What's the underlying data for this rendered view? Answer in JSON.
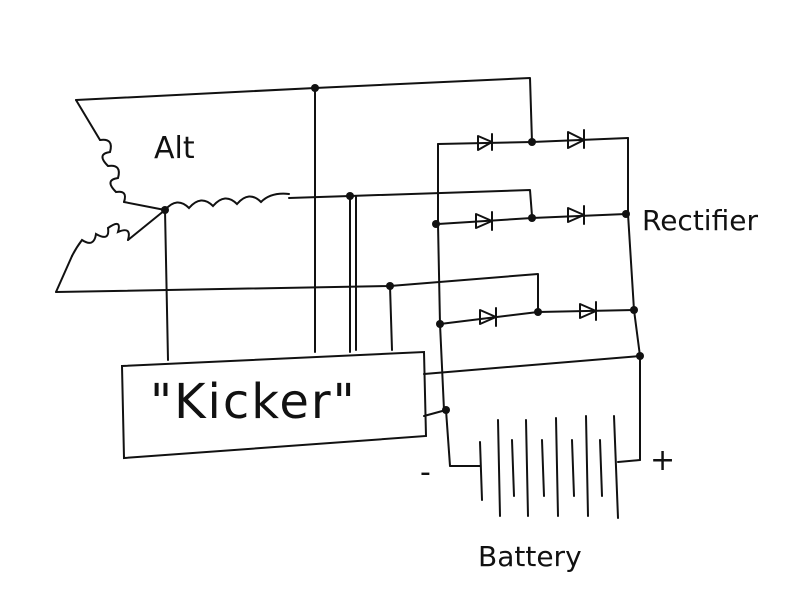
{
  "diagram": {
    "labels": {
      "alternator": "Alt",
      "rectifier": "Rectifier",
      "kicker": "\"Kicker\"",
      "battery": "Battery",
      "negative": "-",
      "positive": "+"
    },
    "colors": {
      "ink": "#111111",
      "paper": "#ffffff"
    }
  }
}
